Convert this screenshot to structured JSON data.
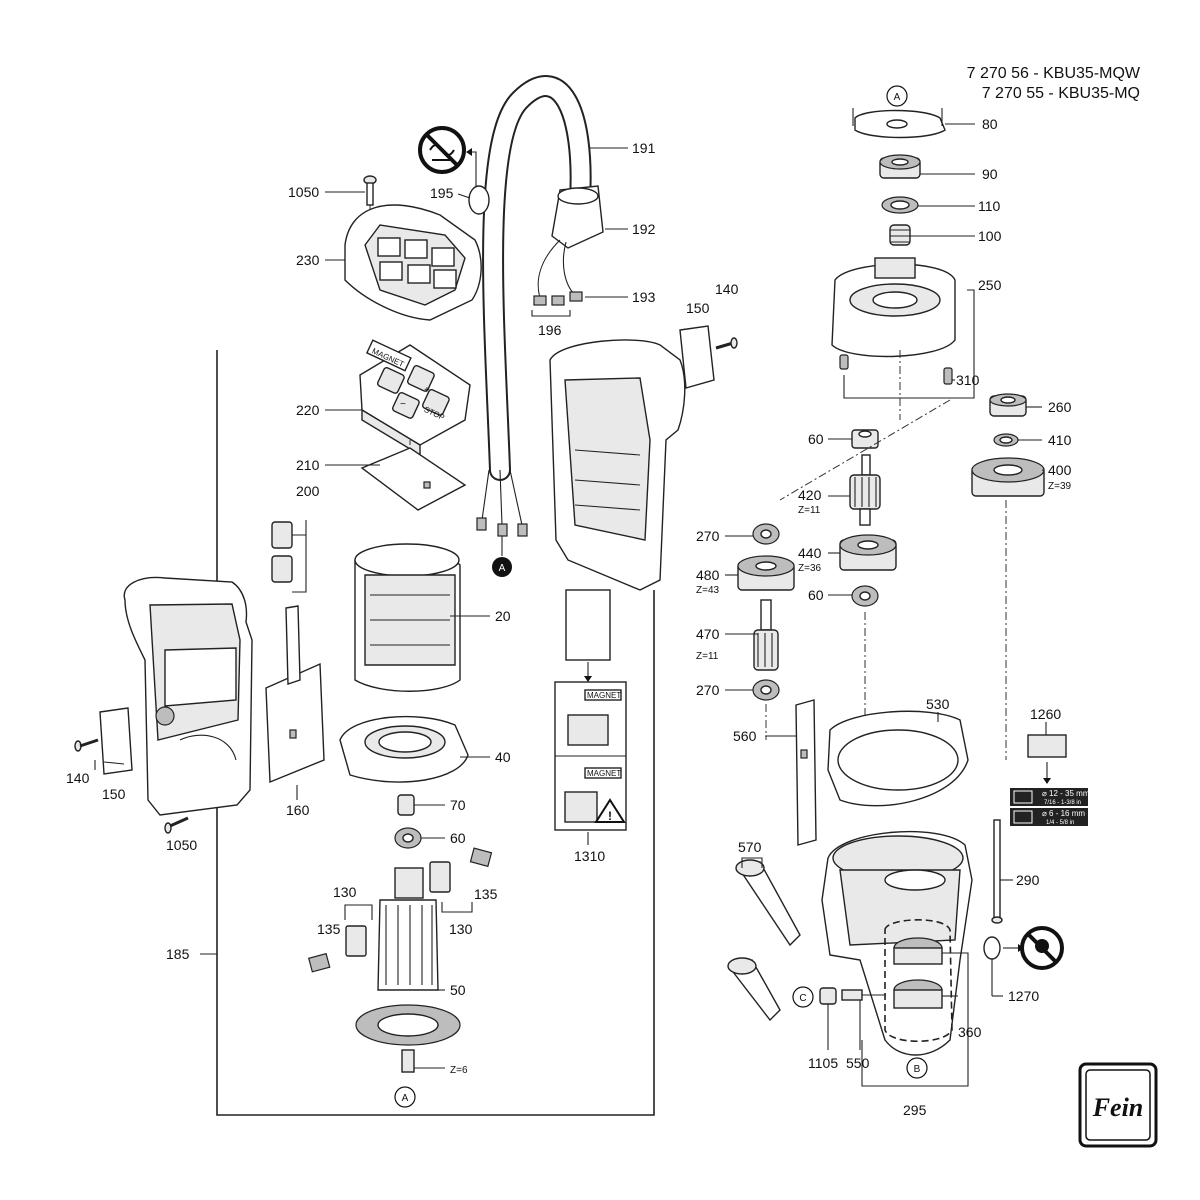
{
  "header": {
    "model_line_1": "7 270 56 - KBU35-MQW",
    "model_line_2": "7 270 55 - KBU35-MQ"
  },
  "labels": {
    "p1050a": "1050",
    "p230": "230",
    "p195": "195",
    "p191": "191",
    "p192": "192",
    "p193": "193",
    "p196": "196",
    "p220": "220",
    "p210": "210",
    "p200": "200",
    "p150a": "150",
    "p140a": "140",
    "p140b": "140",
    "p150b": "150",
    "p160": "160",
    "p1050b": "1050",
    "p20": "20",
    "p40": "40",
    "p70": "70",
    "p60a": "60",
    "p130a": "130",
    "p135a": "135",
    "p130b": "130",
    "p135b": "135",
    "p185": "185",
    "p50": "50",
    "p1310": "1310",
    "p80": "80",
    "p90": "90",
    "p110": "110",
    "p100": "100",
    "p250": "250",
    "p310": "310",
    "p260": "260",
    "p410": "410",
    "p400": "400",
    "p60b": "60",
    "p420": "420",
    "p270a": "270",
    "p440": "440",
    "p480": "480",
    "p60c": "60",
    "p470": "470",
    "p270b": "270",
    "p560": "560",
    "p530": "530",
    "p1260": "1260",
    "p570": "570",
    "p290": "290",
    "p1270": "1270",
    "p1105": "1105",
    "p550": "550",
    "p360": "360",
    "p295": "295"
  },
  "teeth": {
    "z6": "Z=6",
    "z11a": "Z=11",
    "z36": "Z=36",
    "z43": "Z=43",
    "z11b": "Z=11",
    "z39": "Z=39"
  },
  "markers": {
    "a_top": "A",
    "a_cable": "A",
    "a_bottom": "A",
    "b": "B",
    "c": "C"
  },
  "switch_keys": {
    "magnet": "MAGNET",
    "stop": "STOP",
    "plus": "+",
    "minus": "−"
  },
  "warning_label": {
    "magnet_1": "MAGNET",
    "magnet_2": "MAGNET"
  },
  "spec_label": {
    "row1_main": "⌀ 12 - 35 mm",
    "row1_sub": "7/16 - 1-3/8 in",
    "row2_main": "⌀ 6 - 16 mm",
    "row2_sub": "1/4 - 5/8 in"
  },
  "logo": {
    "text": "Fein"
  },
  "icons": {
    "no_water": "no-water-icon",
    "no_service": "no-service-icon",
    "warning": "warning-triangle-icon"
  }
}
